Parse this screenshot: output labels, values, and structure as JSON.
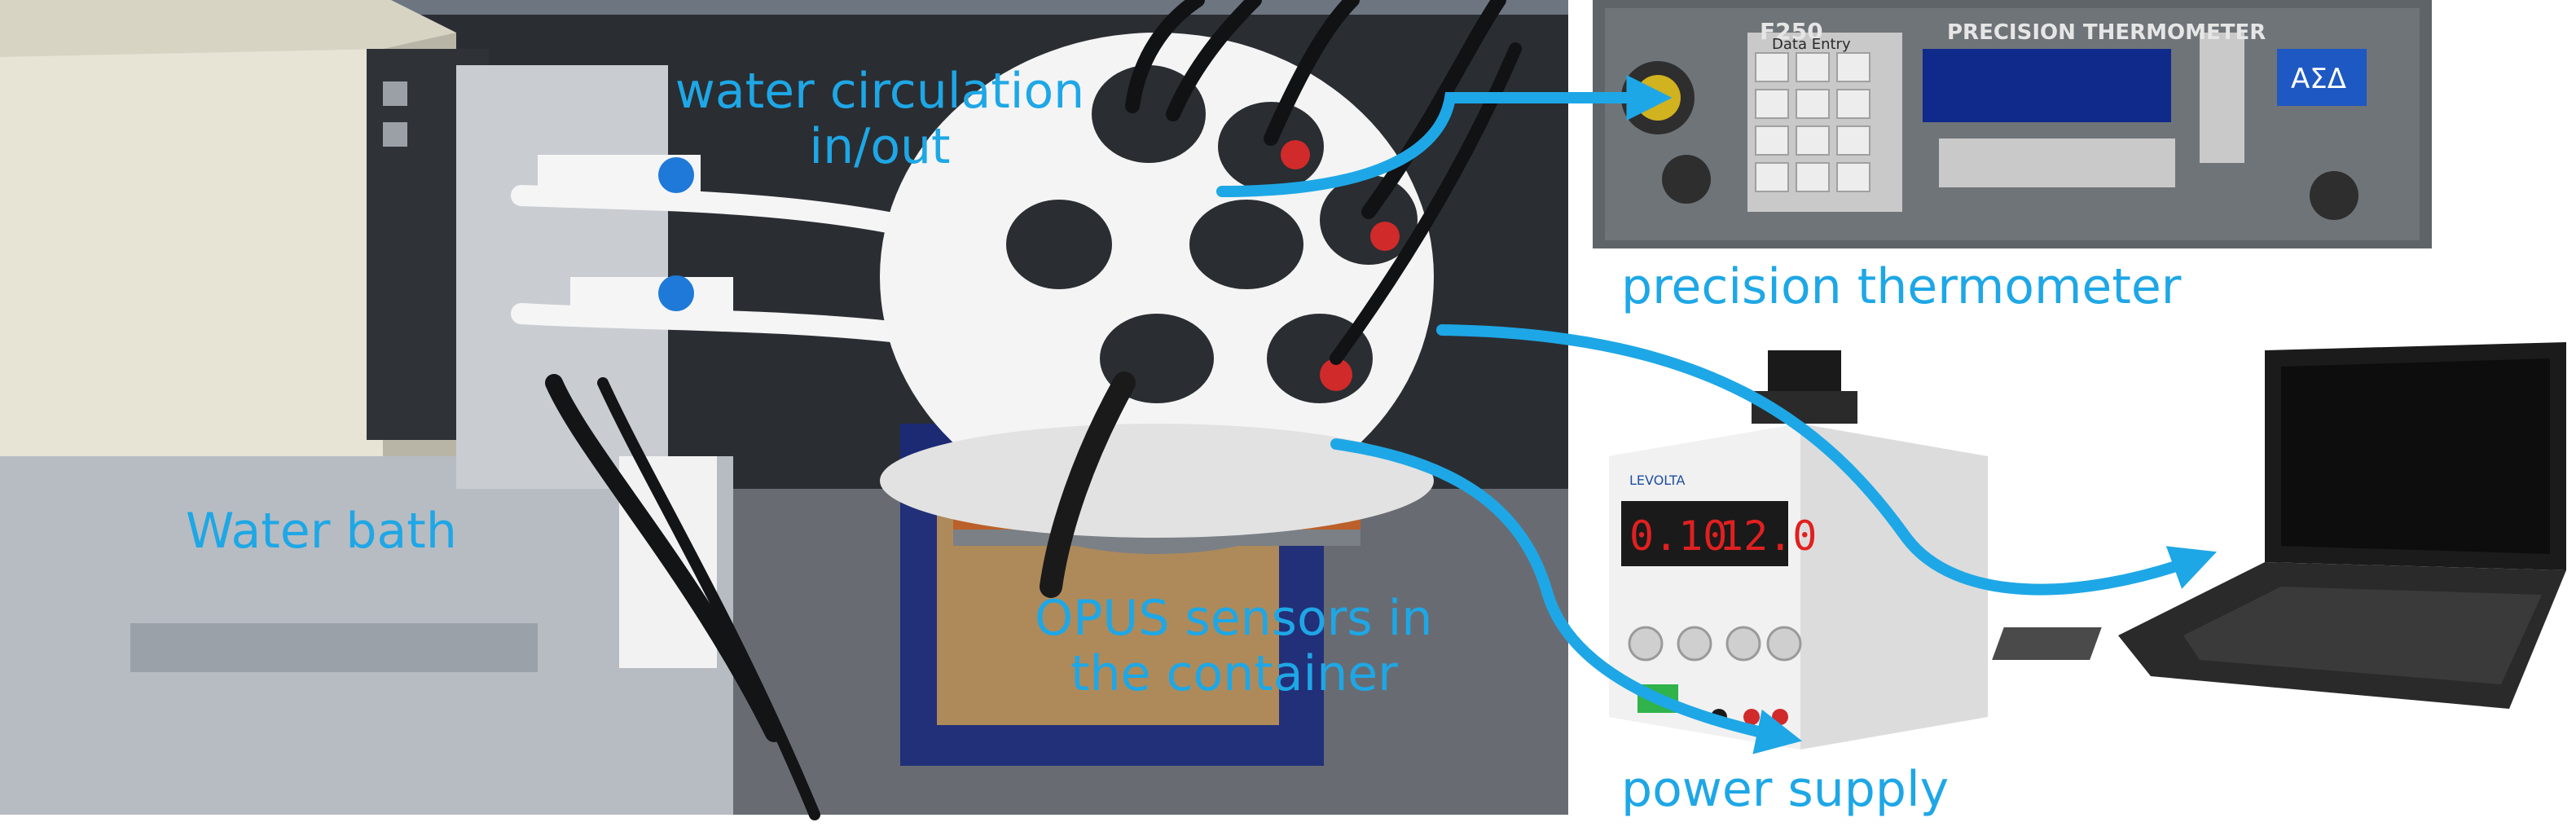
{
  "colors": {
    "label": "#1ea7e6",
    "arrow": "#1ea7e6",
    "photo_dark": "#1f2328",
    "photo_mid": "#4a4f55",
    "foam": "#f2f2f2",
    "bath_panel": "#e7e3d5",
    "thermometer_body": "#6a6e72",
    "thermometer_display": "#0f2a8a",
    "power_supply_body": "#f1f1f1",
    "power_led": "#e02020",
    "laptop_body": "#1b1b1b"
  },
  "labels": {
    "water_circulation": [
      "water circulation",
      "in/out"
    ],
    "water_bath": "Water bath",
    "opus_sensors": [
      "OPUS sensors in",
      "the container"
    ],
    "precision_thermometer": "precision thermometer",
    "power_supply": "power supply"
  },
  "device_text": {
    "thermometer_model": "F250",
    "thermometer_title": "PRECISION THERMOMETER",
    "thermometer_keypad_title": "Data Entry",
    "thermometer_brand": "ΑΣΔ",
    "power_supply_brand": "LEVOLTA",
    "power_supply_current": "0.10",
    "power_supply_voltage": "12.0"
  },
  "icons": {
    "arrows": [
      "arrow-to-thermometer",
      "arrow-to-laptop",
      "arrow-to-power-supply"
    ]
  }
}
